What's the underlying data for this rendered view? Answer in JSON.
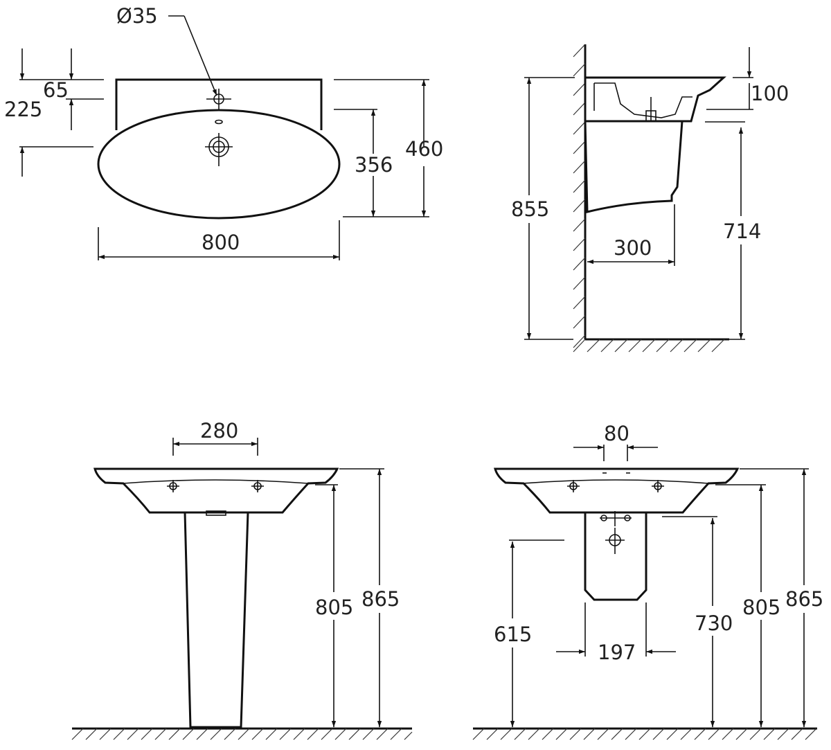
{
  "top_view": {
    "hole_diameter": "Ø35",
    "dim_65": "65",
    "dim_225": "225",
    "dim_460": "460",
    "dim_356": "356",
    "dim_800": "800"
  },
  "side_view": {
    "dim_100": "100",
    "dim_855": "855",
    "dim_714": "714",
    "dim_300": "300"
  },
  "pedestal_front_view": {
    "dim_280": "280",
    "dim_805": "805",
    "dim_865": "865"
  },
  "semi_pedestal_front_view": {
    "dim_80": "80",
    "dim_615": "615",
    "dim_197": "197",
    "dim_730": "730",
    "dim_805": "805",
    "dim_865": "865"
  }
}
